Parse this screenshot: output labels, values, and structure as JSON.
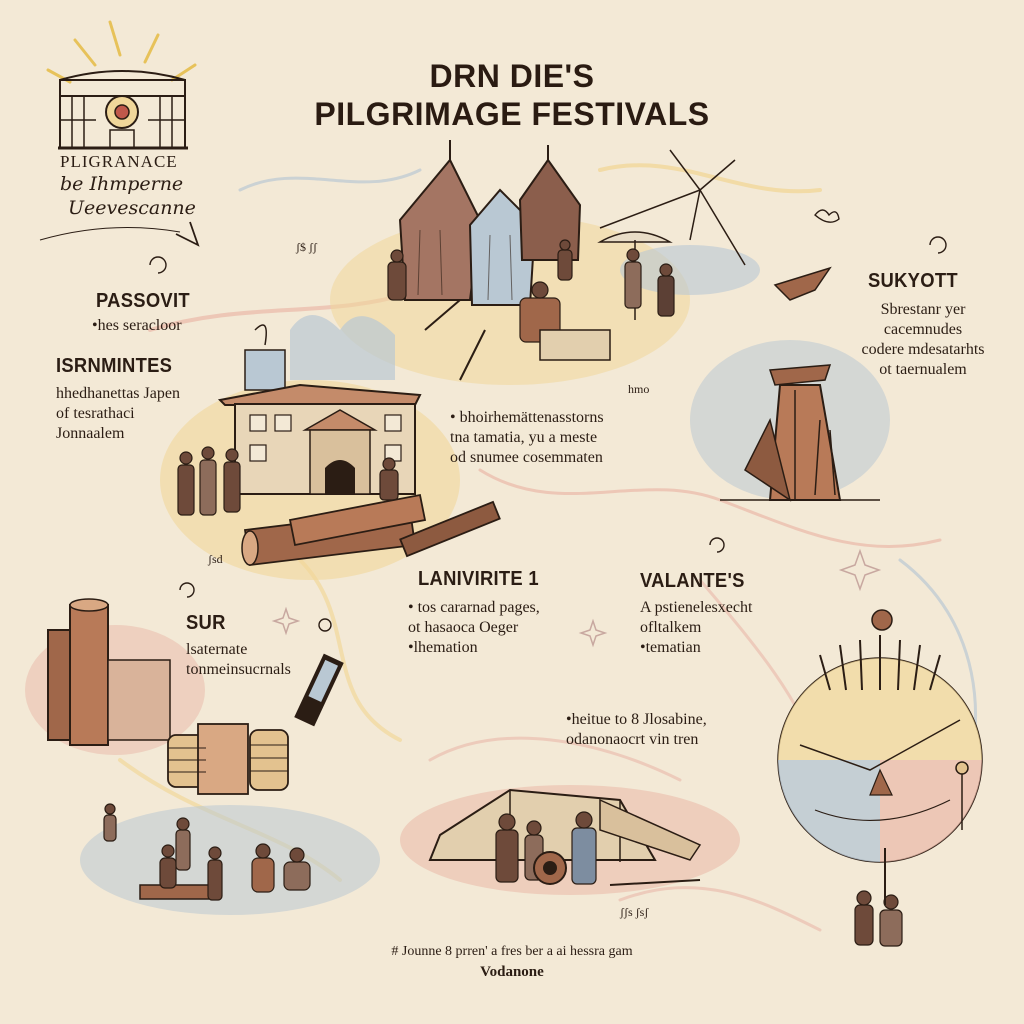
{
  "header": {
    "title_line1": "DRN DIE'S",
    "title_line2": "PILGRIMAGE FESTIVALS"
  },
  "logo": {
    "caption": "PLIGRANACE",
    "script_line1": "be Ihmperne",
    "script_line2": "Ueevescanne"
  },
  "sections": {
    "passover": {
      "title": "PASSOVIT",
      "line1": "•hes seracloor"
    },
    "israel": {
      "title": "ISRNMINTES",
      "line1": "hhedhanettas Japen",
      "line2": "of tesrathaci",
      "line3": "Jonnaalem"
    },
    "center": {
      "line1": "• bhoirhemättenasstorns",
      "line2": "tna tamatia, yu a meste",
      "line3": "od snumee cosemmaten"
    },
    "center_small": "hmo",
    "sukkot": {
      "title": "SUKYOTT",
      "line1": "Sbrestanr yer",
      "line2": "cacemnudes",
      "line3": "codere mdesatarhts",
      "line4": "ot taernualem"
    },
    "lanivirite": {
      "title": "LANIVIRITE 1",
      "line1": "• tos cararnad pages,",
      "line2": "ot hasaoca Oeger",
      "line3": "•lhemation"
    },
    "valantes": {
      "title": "VALANTE'S",
      "line1": "A pstienelesxecht",
      "line2": "ofltalkem",
      "line3": "•tematian"
    },
    "sur": {
      "title": "SUR",
      "line1": "lsaternate",
      "line2": "tonmeinsucrnals"
    },
    "lower": {
      "line1": "•heitue to 8 Jlosabine,",
      "line2": "odanonaocrt vin tren"
    },
    "small_label_left": "ʃsd",
    "small_label_top": "ʃ$ ʃʃ",
    "small_label_bottom": "ʃʃs ʃsʃ"
  },
  "footer": {
    "line1": "# Jounne 8 prren' a fres ber a ai hessra gam",
    "line2": "Vodanone"
  },
  "colors": {
    "paper": "#f3e9d6",
    "ink": "#2b1d14",
    "wash_yellow": "#f1d79a",
    "wash_pink": "#eab8a8",
    "wash_blue": "#b9c8d3",
    "wood": "#a0674a"
  }
}
